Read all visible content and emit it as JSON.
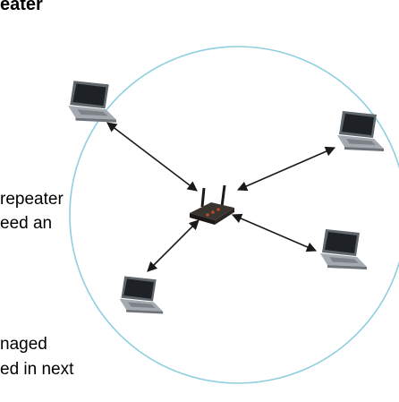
{
  "title": "eater",
  "side_text": {
    "line1": "repeater",
    "line2": "eed an",
    "line3": "naged",
    "line4": "ed in next"
  },
  "colors": {
    "range_circle": "#8ecfe0",
    "arrows": "#1a1a1a",
    "laptop_body": "#9aa0a6",
    "laptop_screen": "#1e2226",
    "router": "#2b2623",
    "router_accent": "#b64b2a"
  },
  "nodes": [
    {
      "id": "access-point",
      "kind": "router"
    },
    {
      "id": "laptop-top-left",
      "kind": "laptop"
    },
    {
      "id": "laptop-top-right",
      "kind": "laptop"
    },
    {
      "id": "laptop-bottom-right",
      "kind": "laptop"
    },
    {
      "id": "laptop-bottom-left",
      "kind": "laptop"
    }
  ]
}
